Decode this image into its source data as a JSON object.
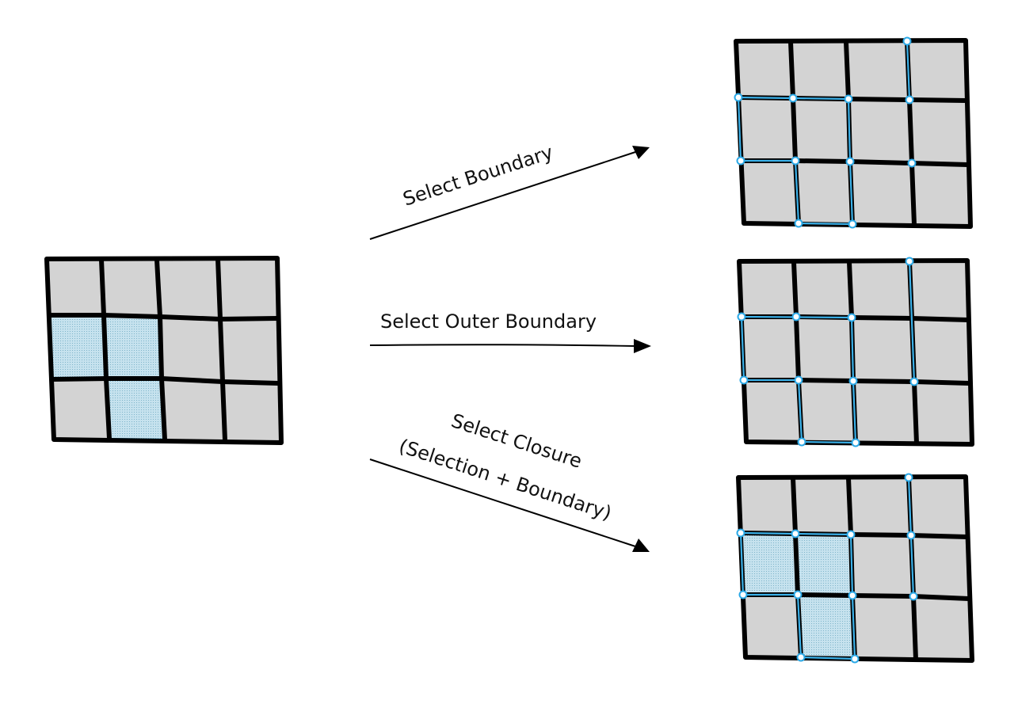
{
  "operations": [
    {
      "id": "boundary",
      "label": "Select Boundary"
    },
    {
      "id": "outer",
      "label": "Select Outer Boundary"
    },
    {
      "id": "closure",
      "label_line1": "Select Closure",
      "label_line2": "(Selection + Boundary)"
    }
  ],
  "colors": {
    "cell_fill": "#d3d3d3",
    "selected_fill": "#bcdcea",
    "boundary_edge": "#3ab0e8",
    "grid_line": "#000000"
  }
}
